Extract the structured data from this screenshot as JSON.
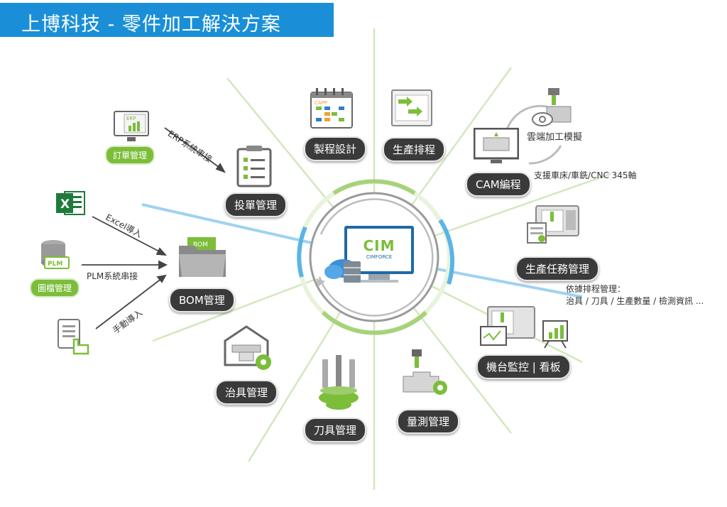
{
  "title": "上博科技 - 零件加工解決方案",
  "center": {
    "logo": "CIM",
    "brand": "CIMFORCE"
  },
  "modules": {
    "process_design": "製程設計",
    "scheduling": "生產排程",
    "cam": "CAM編程",
    "task_mgmt": "生產任務管理",
    "machine_monitor": "機台監控 | 看板",
    "measure": "量測管理",
    "tool": "刀具管理",
    "fixture": "治具管理",
    "bom": "BOM管理",
    "order_input": "投單管理"
  },
  "side_labels": {
    "order": "訂單管理",
    "drawing": "圖檔管理"
  },
  "notes": {
    "cloud_sim": "雲端加工模擬",
    "cnc_support": "支援車床/車銑/CNC 345軸",
    "task_line1": "依據排程管理：",
    "task_line2": "治具 / 刀具 / 生產數量 / 檢測資訊 ..."
  },
  "arrows": {
    "erp": "ERP系統串接",
    "excel": "Excel導入",
    "plm": "PLM系統串接",
    "manual": "手動導入"
  },
  "icon_text": {
    "erp": "ERP",
    "plm": "PLM",
    "bom": "BOM",
    "capp": "CAPP",
    "excel": "X"
  },
  "colors": {
    "title_bg": "#1a8fd8",
    "green": "#7cbd3a",
    "blue": "#37a7e5",
    "dark": "#3a3a3a"
  }
}
